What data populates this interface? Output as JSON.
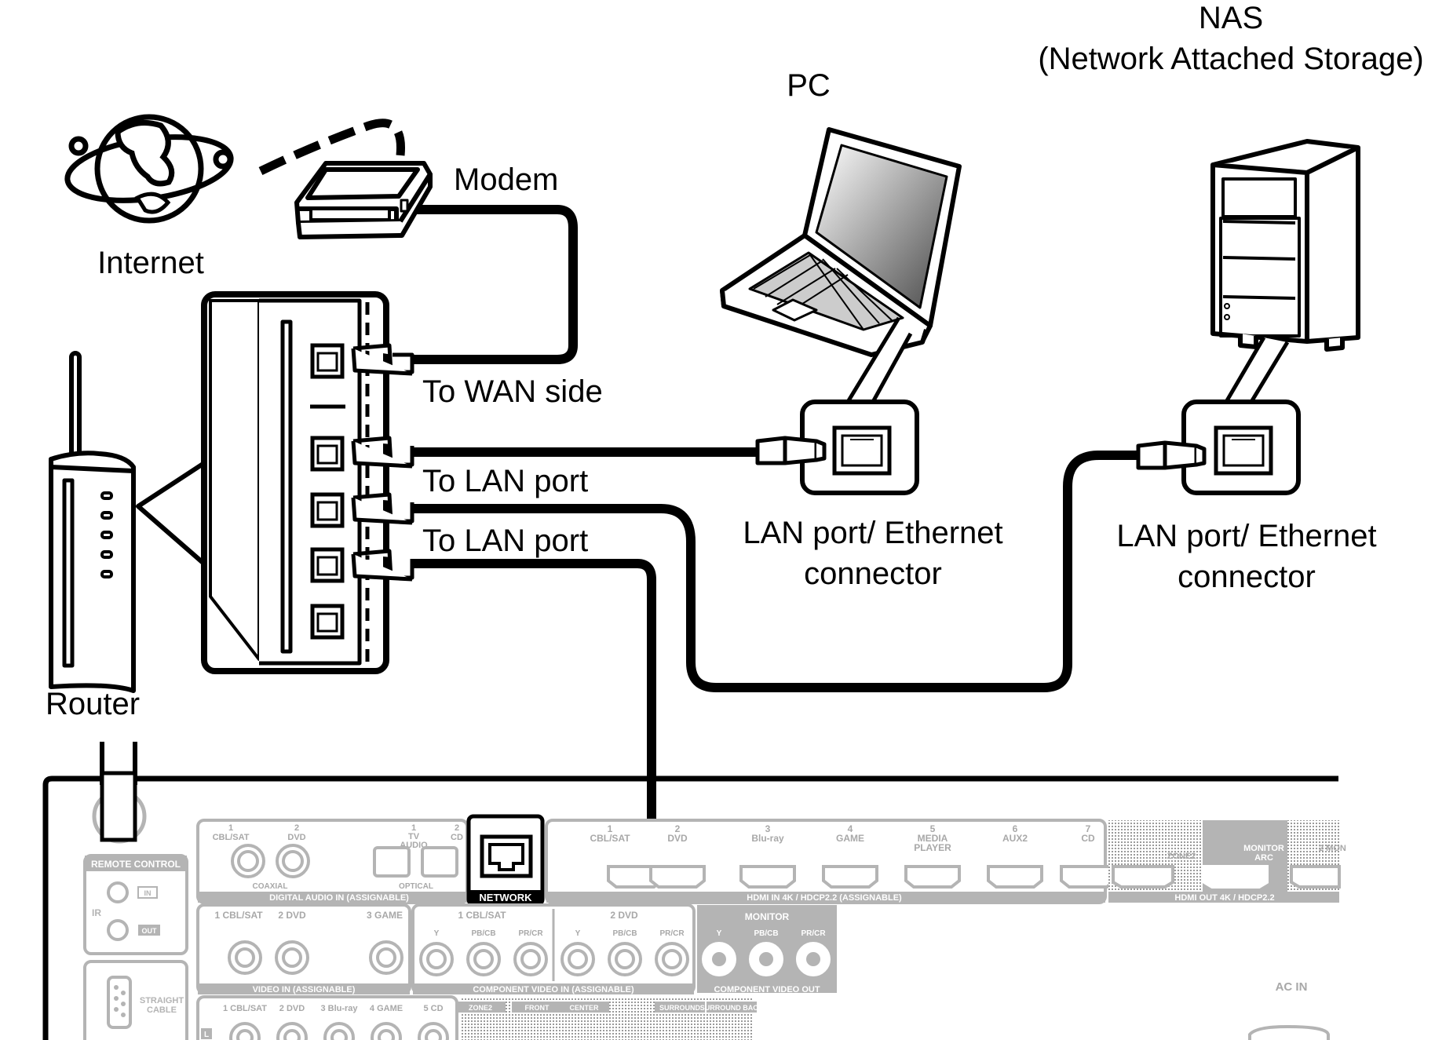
{
  "labels": {
    "nas_title": "NAS",
    "nas_subtitle": "(Network Attached Storage)",
    "pc": "PC",
    "modem": "Modem",
    "internet": "Internet",
    "router": "Router",
    "to_wan_side": "To WAN side",
    "to_lan_port_1": "To LAN port",
    "to_lan_port_2": "To LAN port",
    "pc_lan_line1": "LAN port/ Ethernet",
    "pc_lan_line2": "connector",
    "nas_lan_line1": "LAN port/ Ethernet",
    "nas_lan_line2": "connector"
  },
  "panel": {
    "remote_control": "REMOTE CONTROL",
    "ir": "IR",
    "ir_in": "IN",
    "ir_out": "OUT",
    "straight_cable_1": "STRAIGHT",
    "straight_cable_2": "CABLE",
    "digital_audio": {
      "inputs": [
        "CBL/SAT",
        "DVD",
        "AUDIO",
        "CD"
      ],
      "numbers": [
        "1",
        "2",
        "1",
        "2"
      ],
      "tv": "TV",
      "coaxial": "COAXIAL",
      "optical": "OPTICAL",
      "group": "DIGITAL AUDIO",
      "in_tag": "IN",
      "assignable": "(ASSIGNABLE)"
    },
    "network": "NETWORK",
    "hdmi_in": {
      "numbers": [
        "1",
        "2",
        "3",
        "4",
        "5",
        "6",
        "7"
      ],
      "inputs": [
        "CBL/SAT",
        "DVD",
        "Blu-ray",
        "GAME",
        "MEDIA",
        "AUX2",
        "CD"
      ],
      "media_player_2": "PLAYER",
      "group": "HDMI",
      "in_tag": "IN",
      "spec": "4K / HDCP2.2",
      "assignable": "(ASSIGNABLE)"
    },
    "hdmi_out": {
      "zone2": "ZONE2",
      "monitor": "MONITOR",
      "arc": "ARC",
      "mon_partial": "2 MON",
      "group": "HDMI",
      "out_tag": "OUT",
      "spec": "4K / HDCP2.2"
    },
    "video": {
      "inputs": [
        "1 CBL/SAT",
        "2 DVD",
        "3 GAME"
      ],
      "group": "VIDEO",
      "in_tag": "IN",
      "assignable": "(ASSIGNABLE)"
    },
    "component_in": {
      "inputs": [
        "1 CBL/SAT",
        "2 DVD"
      ],
      "channels": [
        "Y",
        "PB/CB",
        "PR/CR"
      ],
      "group": "COMPONENT VIDEO",
      "in_tag": "IN",
      "assignable": "(ASSIGNABLE)"
    },
    "component_out": {
      "monitor": "MONITOR",
      "channels": [
        "Y",
        "PB/CB",
        "PR/CR"
      ],
      "group": "COMPONENT VIDEO",
      "out_tag": "OUT"
    },
    "audio_in": {
      "inputs": [
        "1 CBL/SAT",
        "2 DVD",
        "3 Blu-ray",
        "4 GAME",
        "5 CD"
      ],
      "l": "L"
    },
    "pre_out": [
      "ZONE2",
      "FRONT",
      "CENTER",
      "SURROUND",
      "SURROUND BACK"
    ],
    "ac_in": "AC IN"
  },
  "colors": {
    "line": "#000000",
    "panel_gray": "#b4b4b4",
    "network_fill": "#000000"
  }
}
